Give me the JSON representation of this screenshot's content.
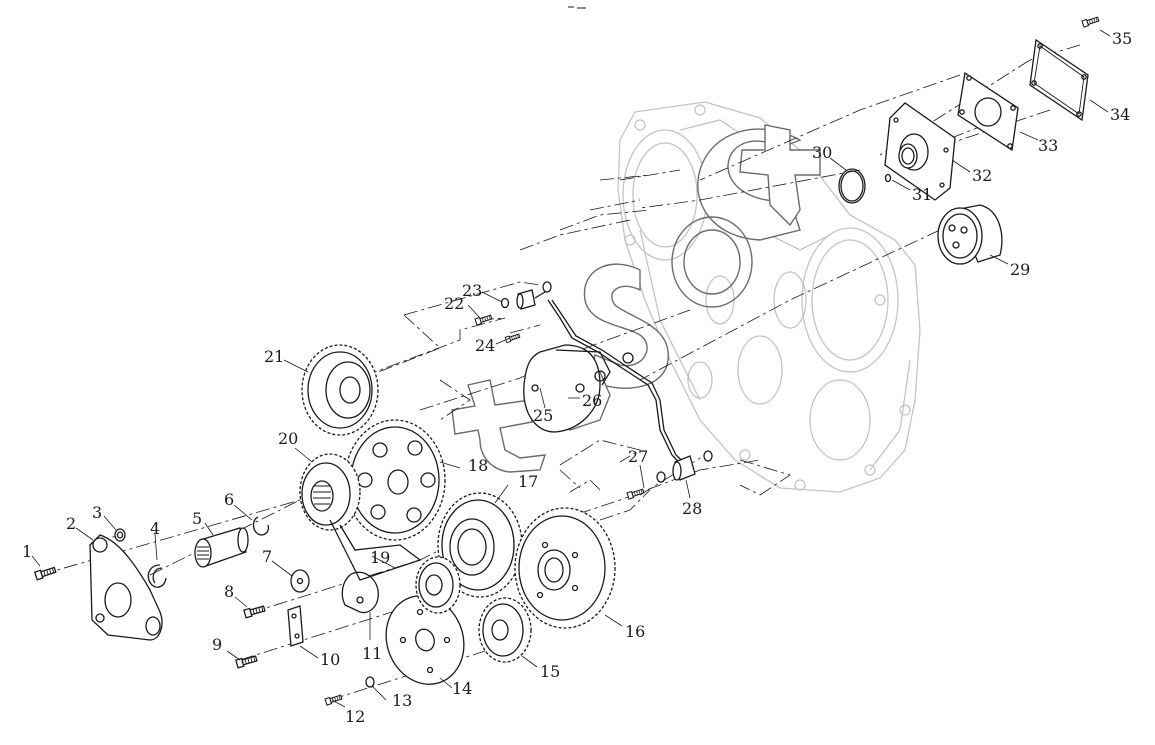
{
  "diagram": {
    "type": "exploded-parts-view",
    "parts": [
      {
        "num": "1",
        "name": "bolt"
      },
      {
        "num": "2",
        "name": "bracket"
      },
      {
        "num": "3",
        "name": "nut"
      },
      {
        "num": "4",
        "name": "snap-ring"
      },
      {
        "num": "5",
        "name": "shaft"
      },
      {
        "num": "6",
        "name": "retaining-ring"
      },
      {
        "num": "7",
        "name": "washer"
      },
      {
        "num": "8",
        "name": "bolt"
      },
      {
        "num": "9",
        "name": "bolt"
      },
      {
        "num": "10",
        "name": "lock-plate"
      },
      {
        "num": "11",
        "name": "thrust-plate"
      },
      {
        "num": "12",
        "name": "bolt"
      },
      {
        "num": "13",
        "name": "washer"
      },
      {
        "num": "14",
        "name": "thrust-plate"
      },
      {
        "num": "15",
        "name": "gear"
      },
      {
        "num": "16",
        "name": "gear"
      },
      {
        "num": "17",
        "name": "gear"
      },
      {
        "num": "18",
        "name": "gear"
      },
      {
        "num": "19",
        "name": "gear"
      },
      {
        "num": "20",
        "name": "gear"
      },
      {
        "num": "21",
        "name": "gear"
      },
      {
        "num": "22",
        "name": "bolt"
      },
      {
        "num": "23",
        "name": "washer"
      },
      {
        "num": "24",
        "name": "bolt"
      },
      {
        "num": "25",
        "name": "nozzle"
      },
      {
        "num": "26",
        "name": "nozzle"
      },
      {
        "num": "27",
        "name": "bolt"
      },
      {
        "num": "28",
        "name": "fitting"
      },
      {
        "num": "29",
        "name": "pulley"
      },
      {
        "num": "30",
        "name": "o-ring"
      },
      {
        "num": "31",
        "name": "o-ring"
      },
      {
        "num": "32",
        "name": "housing"
      },
      {
        "num": "33",
        "name": "gasket"
      },
      {
        "num": "34",
        "name": "cover"
      },
      {
        "num": "35",
        "name": "bolt"
      }
    ]
  },
  "colors": {
    "ink": "#1a1a1a",
    "housing": "#c4c4c4",
    "watermark": "#6b6b6b",
    "background": "#ffffff"
  }
}
